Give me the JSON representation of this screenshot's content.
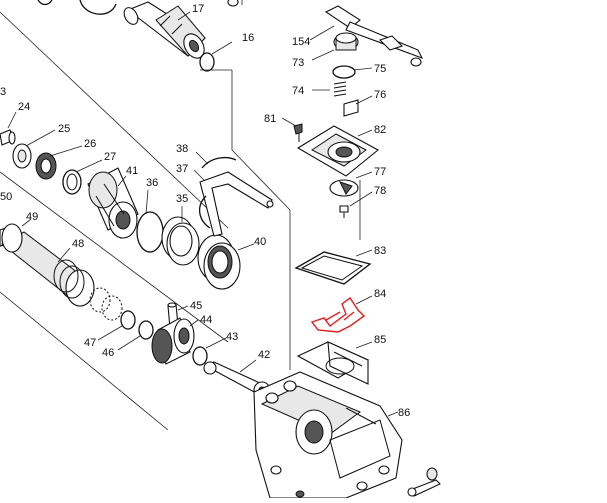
{
  "diagram": {
    "labels": {
      "p154": "154",
      "p3": "3",
      "p16": "16",
      "p17": "17",
      "p24": "24",
      "p25": "25",
      "p26": "26",
      "p27": "27",
      "p35": "35",
      "p36": "36",
      "p37": "37",
      "p38": "38",
      "p40": "40",
      "p41": "41",
      "p42": "42",
      "p43": "43",
      "p44": "44",
      "p45": "45",
      "p46": "46",
      "p47": "47",
      "p48": "48",
      "p49": "49",
      "p50": "50",
      "p73": "73",
      "p74": "74",
      "p75": "75",
      "p76": "76",
      "p77": "77",
      "p78": "78",
      "p81": "81",
      "p82": "82",
      "p83": "83",
      "p84": "84",
      "p85": "85",
      "p86": "86"
    },
    "highlight_color": "#e02020"
  }
}
